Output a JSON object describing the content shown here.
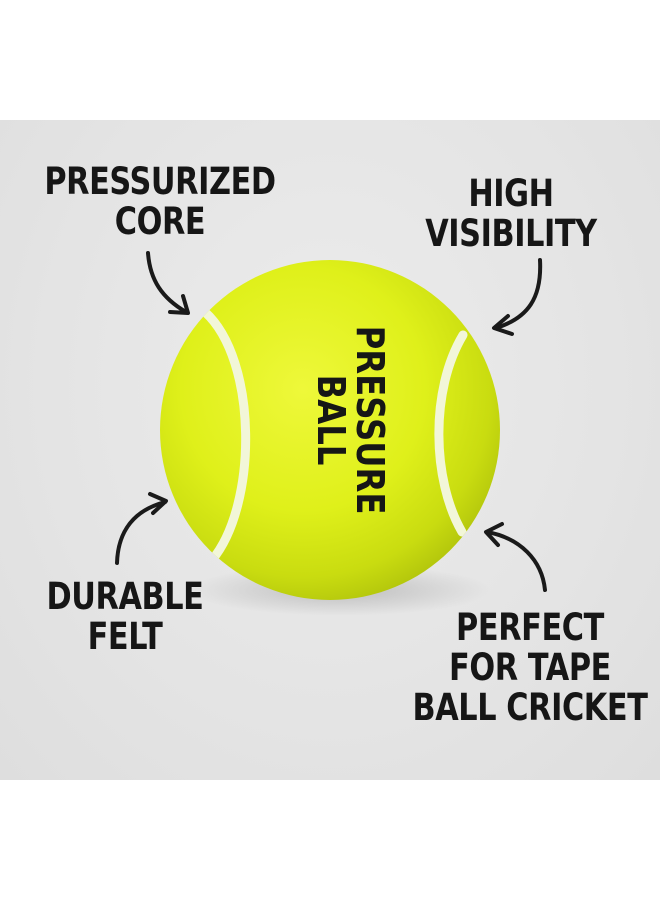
{
  "image": {
    "ball_print": [
      "PRESSURE",
      "BALL"
    ],
    "callouts": {
      "core": [
        "PRESSURIZED",
        "CORE"
      ],
      "visibility": [
        "HIGH",
        "VISIBILITY"
      ],
      "felt": [
        "DURABLE",
        "FELT"
      ],
      "cricket": [
        "PERFECT",
        "FOR TAPE",
        "BALL CRICKET"
      ]
    }
  },
  "colors": {
    "background": "#ffffff",
    "panel": "#e6e6e6",
    "ball_felt": "#e2f21a",
    "ball_seam": "#f2f6d8",
    "text": "#161616"
  }
}
